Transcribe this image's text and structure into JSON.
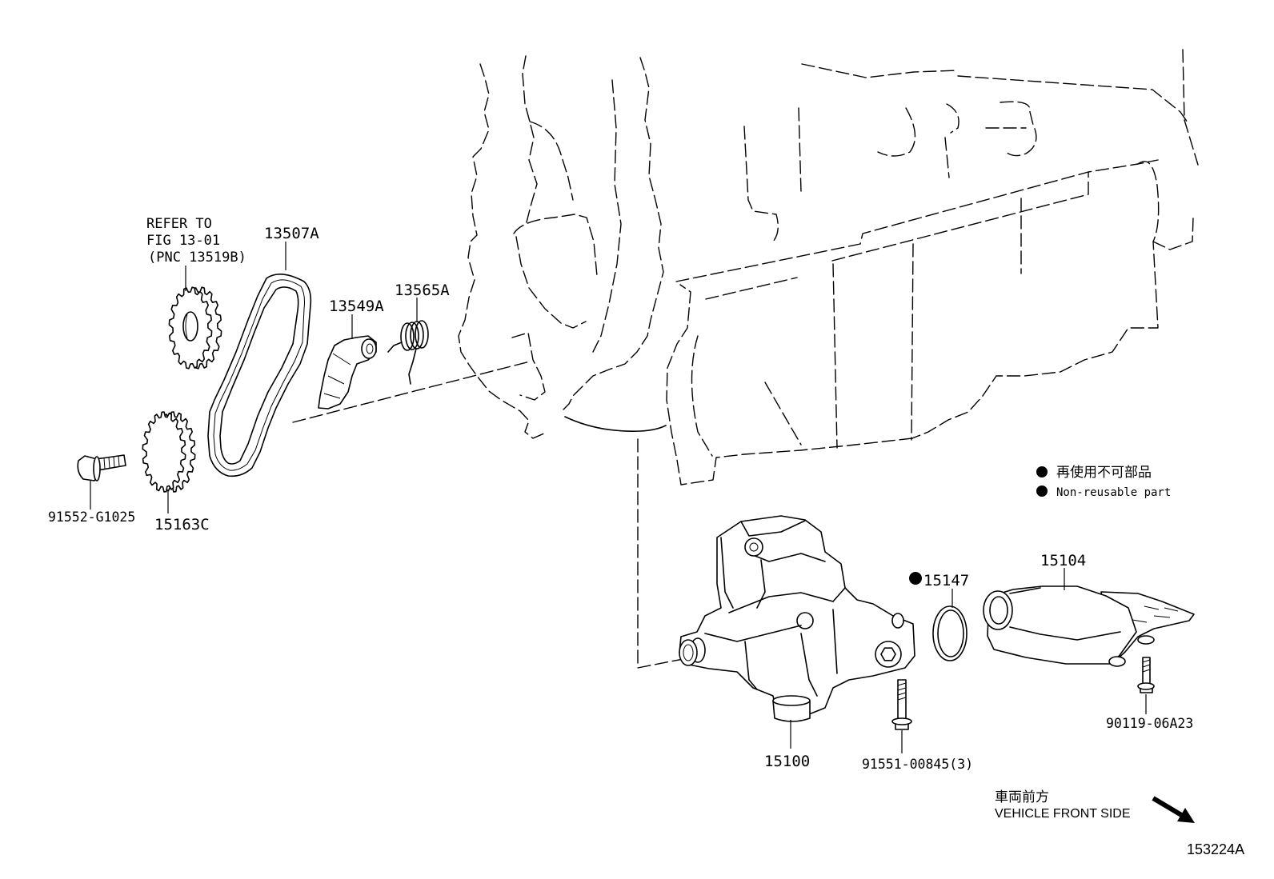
{
  "callouts": {
    "reference_note": [
      "REFER TO",
      "FIG 13-01",
      "(PNC 13519B)"
    ],
    "chain": "13507A",
    "tensioner_arm": "13549A",
    "tensioner_spring": "13565A",
    "sprocket_bolt": "91552-G1025",
    "pump_sprocket": "15163C",
    "oil_pump": "15100",
    "pump_bolt": "91551-00845(3)",
    "gasket": "15147",
    "strainer": "15104",
    "strainer_bolt": "90119-06A23"
  },
  "legend": {
    "ja": "再使用不可部品",
    "en": "Non-reusable part"
  },
  "direction": {
    "ja": "車両前方",
    "en": "VEHICLE FRONT SIDE"
  },
  "figure_id": "153224A",
  "colors": {
    "ink": "#000000",
    "paper": "#ffffff"
  }
}
